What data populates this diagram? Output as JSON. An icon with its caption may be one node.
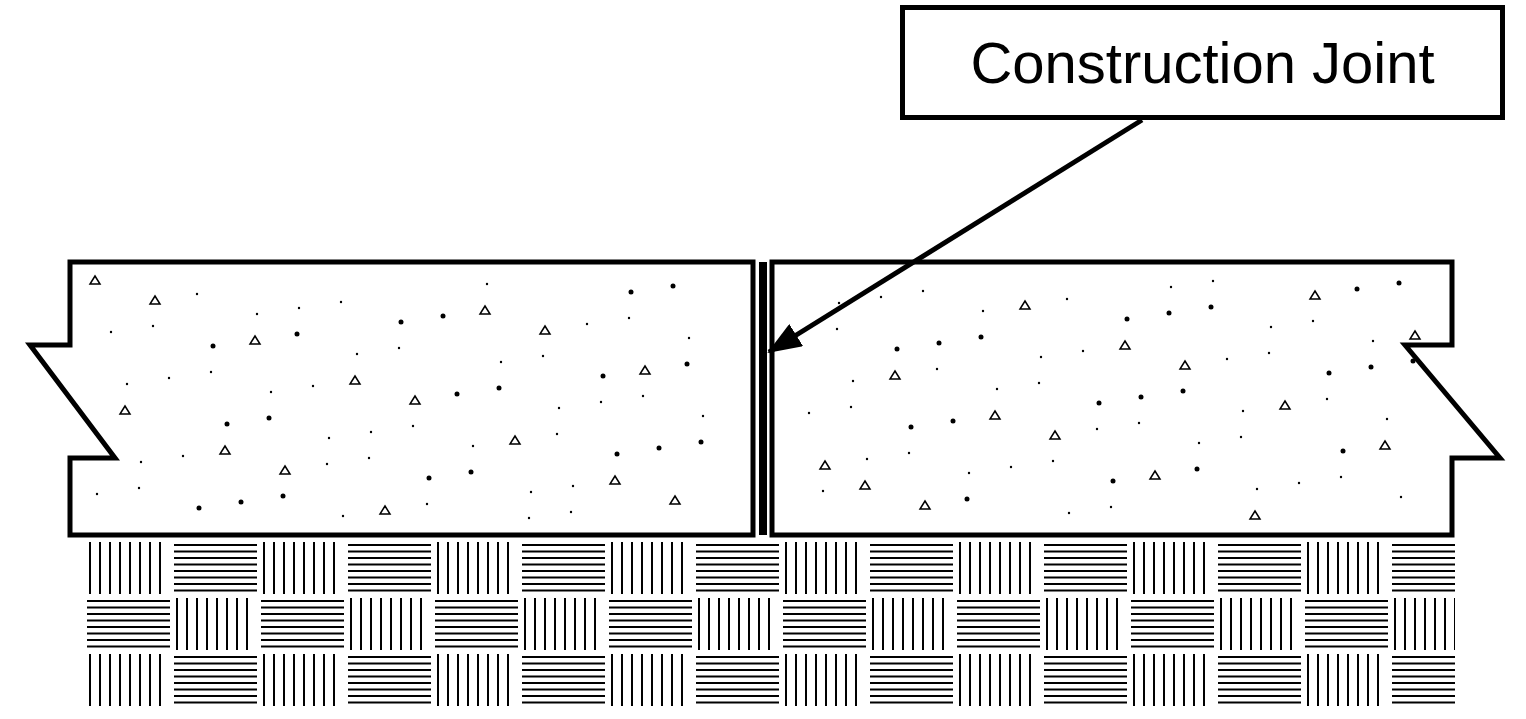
{
  "diagram": {
    "nodes": [
      {
        "text": [
          "Construction Joint"
        ]
      },
      {
        "text": [],
        "shape": "bar"
      }
    ],
    "edges": [
      {
        "from": 0,
        "to": 1,
        "arrow": "to"
      }
    ]
  }
}
